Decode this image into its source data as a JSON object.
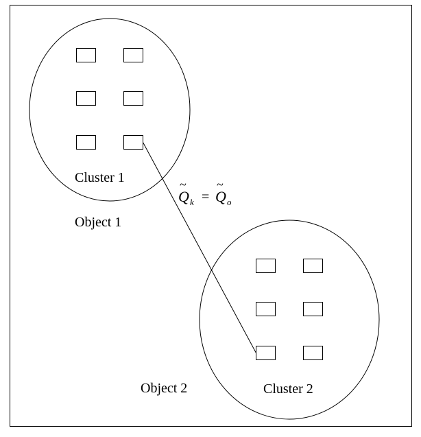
{
  "diagram": {
    "cluster1_label": "Cluster 1",
    "cluster2_label": "Cluster 2",
    "object1_label": "Object 1",
    "object2_label": "Object 2",
    "equation": {
      "left_symbol": "Q",
      "left_subscript": "k",
      "operator": "=",
      "right_symbol": "Q",
      "right_subscript": "o",
      "accent": "~"
    }
  }
}
